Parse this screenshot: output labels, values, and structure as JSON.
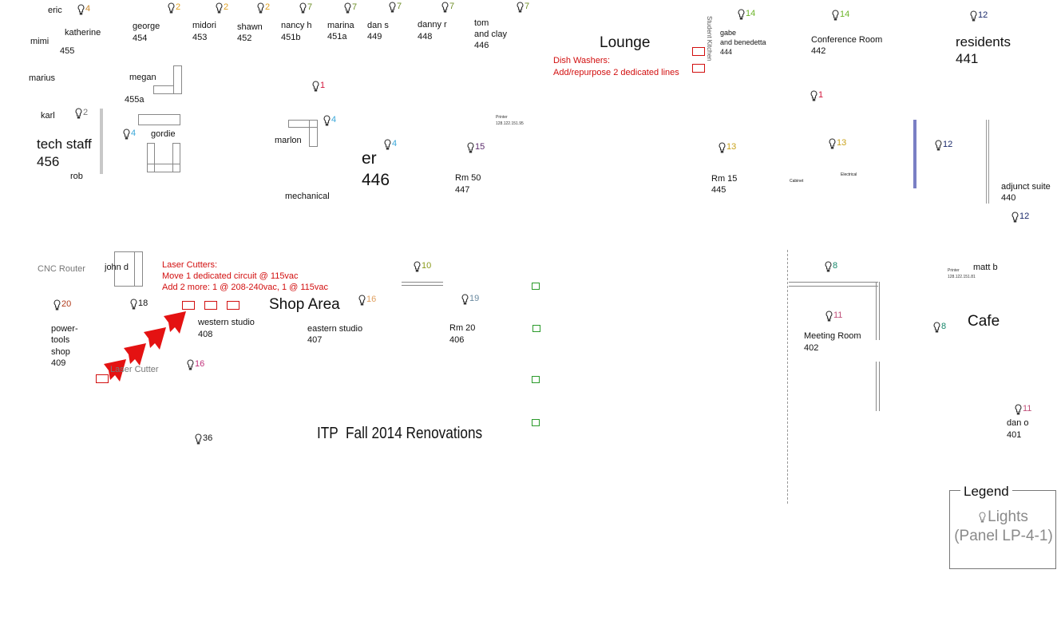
{
  "title": "ITP  Fall 2014 Renovations",
  "rooms": {
    "eric": "eric",
    "katherine": "katherine",
    "mimi": "mimi",
    "r455": "455",
    "george": "george",
    "r454": "454",
    "midori": "midori",
    "r453": "453",
    "shawn": "shawn",
    "r452": "452",
    "nancy": "nancy h",
    "r451b": "451b",
    "marina": "marina",
    "r451a": "451a",
    "dan_s": "dan s",
    "r449": "449",
    "danny_r": "danny r",
    "r448": "448",
    "tom": "tom",
    "and_clay": "and clay",
    "r446": "446",
    "lounge": "Lounge",
    "student_kitchen": "Student Kitchen",
    "gabe": "gabe",
    "and_benedetta": "and benedetta",
    "r444": "444",
    "conference": "Conference Room",
    "r442": "442",
    "residents": "residents",
    "r441": "441",
    "marius": "marius",
    "megan": "megan",
    "r455a": "455a",
    "karl": "karl",
    "gordie": "gordie",
    "tech_staff": "tech staff",
    "r456": "456",
    "rob": "rob",
    "marlon": "marlon",
    "er": "er",
    "er446": "446",
    "mechanical": "mechanical",
    "rm50": "Rm 50",
    "r447": "447",
    "printer1": "Printer",
    "printer1_ip": "128.122.151.95",
    "rm15": "Rm 15",
    "r445": "445",
    "cabinet": "Cabinet",
    "electrical": "Electrical",
    "adjunct": "adjunct suite",
    "r440": "440",
    "cnc": "CNC Router",
    "john_d": "john d",
    "shop_area": "Shop Area",
    "power": "power-",
    "tools": "tools",
    "shop": "shop",
    "r409": "409",
    "western": "western studio",
    "r408": "408",
    "laser_cutter": "Laser Cutter",
    "eastern": "eastern studio",
    "r407": "407",
    "rm20": "Rm 20",
    "r406": "406",
    "matt_b": "matt b",
    "printer2": "Printer",
    "printer2_ip": "128.122.151.81",
    "cafe": "Cafe",
    "meeting": "Meeting Room",
    "r402": "402",
    "dan_o": "dan o",
    "r401": "401"
  },
  "notes": {
    "dish_1": "Dish Washers:",
    "dish_2": "Add/repurpose 2 dedicated lines",
    "laser_1": "Laser Cutters:",
    "laser_2": "Move 1 dedicated circuit @ 115vac",
    "laser_3": "Add 2 more: 1 @ 208-240vac, 1 @ 115vac"
  },
  "legend": {
    "title": "Legend",
    "line1": "Lights",
    "line2": "(Panel LP-4-1)"
  },
  "lights": [
    {
      "id": "l1",
      "num": "4",
      "color": "#c8862a"
    },
    {
      "id": "l2",
      "num": "2",
      "color": "#e0a020"
    },
    {
      "id": "l3",
      "num": "2",
      "color": "#e0a020"
    },
    {
      "id": "l4",
      "num": "2",
      "color": "#e0a020"
    },
    {
      "id": "l5",
      "num": "7",
      "color": "#6f8f2a"
    },
    {
      "id": "l6",
      "num": "7",
      "color": "#6f8f2a"
    },
    {
      "id": "l7",
      "num": "7",
      "color": "#6f8f2a"
    },
    {
      "id": "l8",
      "num": "7",
      "color": "#6f8f2a"
    },
    {
      "id": "l9",
      "num": "7",
      "color": "#6f8f2a"
    },
    {
      "id": "l10",
      "num": "14",
      "color": "#6db52a"
    },
    {
      "id": "l11",
      "num": "14",
      "color": "#6db52a"
    },
    {
      "id": "l12",
      "num": "12",
      "color": "#1b2a6b"
    },
    {
      "id": "l13",
      "num": "1",
      "color": "#d2143a"
    },
    {
      "id": "l14",
      "num": "1",
      "color": "#d2143a"
    },
    {
      "id": "l15",
      "num": "2",
      "color": "#777777"
    },
    {
      "id": "l16",
      "num": "4",
      "color": "#3aa7d9"
    },
    {
      "id": "l17",
      "num": "4",
      "color": "#3aa7d9"
    },
    {
      "id": "l18",
      "num": "4",
      "color": "#3aa7d9"
    },
    {
      "id": "l19",
      "num": "15",
      "color": "#5a2a6b"
    },
    {
      "id": "l20",
      "num": "13",
      "color": "#c9a21a"
    },
    {
      "id": "l21",
      "num": "13",
      "color": "#c9a21a"
    },
    {
      "id": "l22",
      "num": "12",
      "color": "#1b2a6b"
    },
    {
      "id": "l23",
      "num": "12",
      "color": "#1b2a6b"
    },
    {
      "id": "l24",
      "num": "10",
      "color": "#8a9a1a"
    },
    {
      "id": "l25",
      "num": "8",
      "color": "#16876a"
    },
    {
      "id": "l26",
      "num": "20",
      "color": "#b13a1a"
    },
    {
      "id": "l27",
      "num": "18",
      "color": "#111111"
    },
    {
      "id": "l28",
      "num": "16",
      "color": "#e0a060"
    },
    {
      "id": "l29",
      "num": "19",
      "color": "#6a8aa0"
    },
    {
      "id": "l30",
      "num": "11",
      "color": "#c0507a"
    },
    {
      "id": "l31",
      "num": "8",
      "color": "#16876a"
    },
    {
      "id": "l32",
      "num": "16",
      "color": "#c0307a"
    },
    {
      "id": "l33",
      "num": "11",
      "color": "#c0507a"
    },
    {
      "id": "l34",
      "num": "36",
      "color": "#111111"
    }
  ]
}
